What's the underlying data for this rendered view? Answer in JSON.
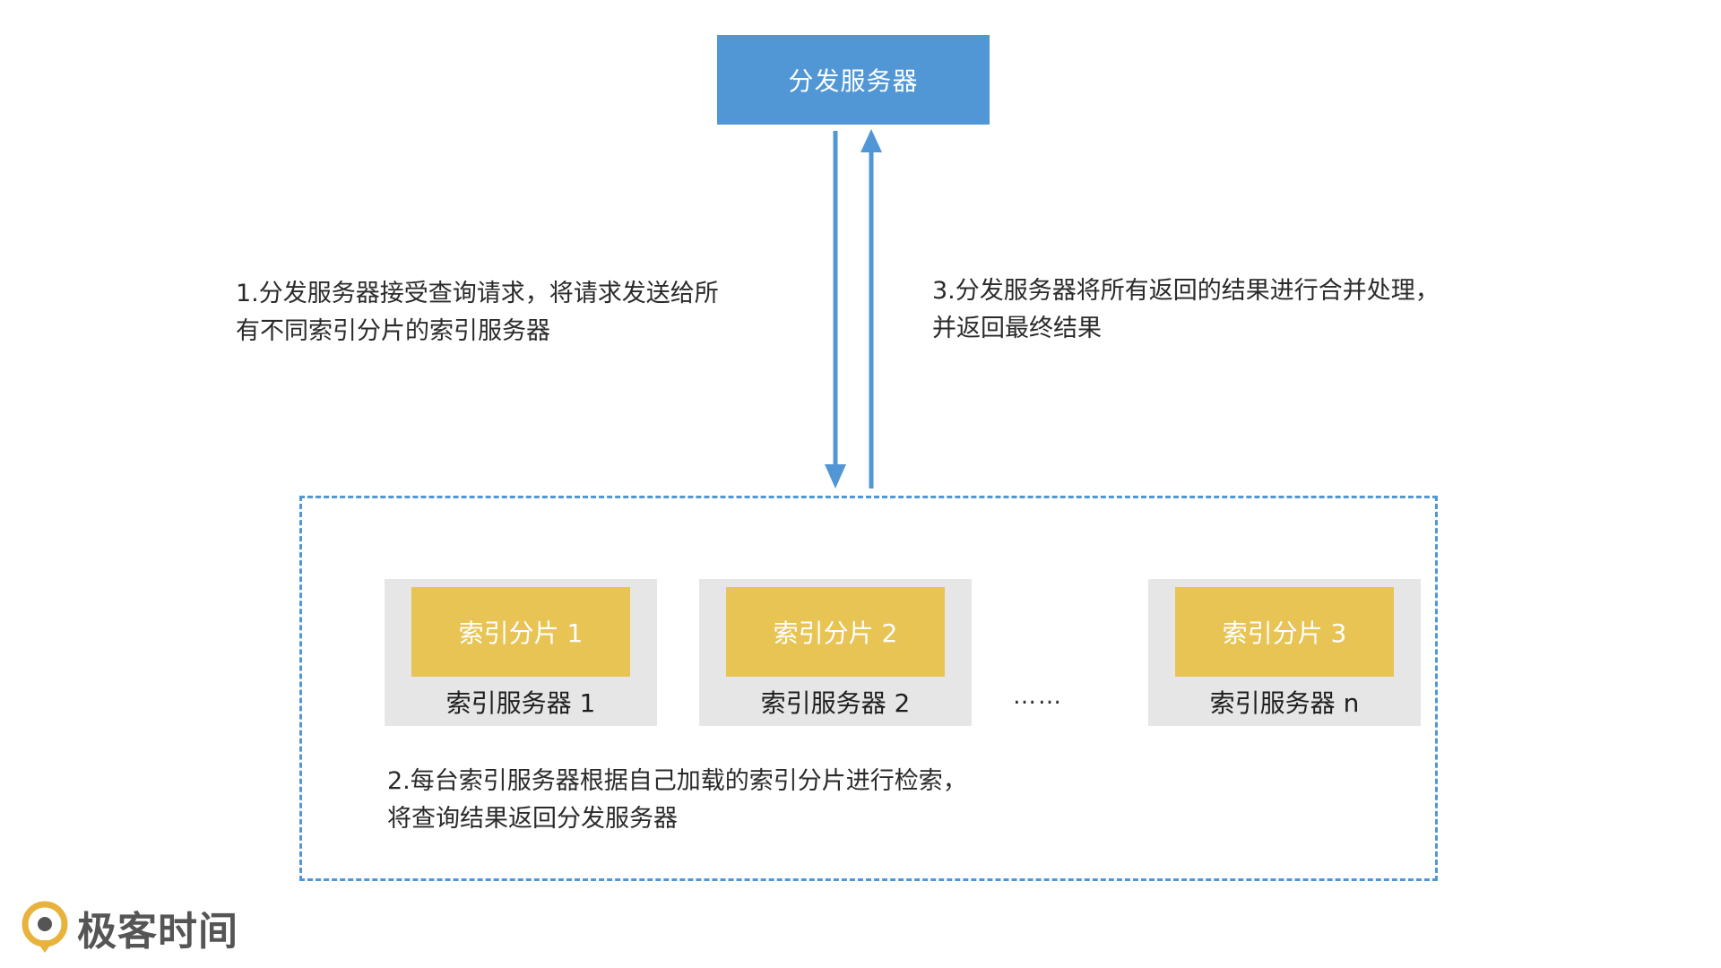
{
  "dispatch_server": {
    "label": "分发服务器",
    "color": "#5197d5"
  },
  "steps": {
    "step1_line1": "1.分发服务器接受查询请求，将请求发送给所",
    "step1_line2": "有不同索引分片的索引服务器",
    "step2_line1": "2.每台索引服务器根据自己加载的索引分片进行检索，",
    "step2_line2": "将查询结果返回分发服务器",
    "step3_line1": "3.分发服务器将所有返回的结果进行合并处理，",
    "step3_line2": "并返回最终结果"
  },
  "index_servers": [
    {
      "shard": "索引分片 1",
      "server": "索引服务器 1"
    },
    {
      "shard": "索引分片 2",
      "server": "索引服务器 2"
    },
    {
      "shard": "索引分片 3",
      "server": "索引服务器 n"
    }
  ],
  "ellipsis": "……",
  "colors": {
    "accent_blue": "#5197d5",
    "shard_yellow": "#e8c455",
    "card_gray": "#e6e6e6"
  },
  "brand": {
    "name": "极客时间",
    "icon": "geektime-logo-icon"
  }
}
